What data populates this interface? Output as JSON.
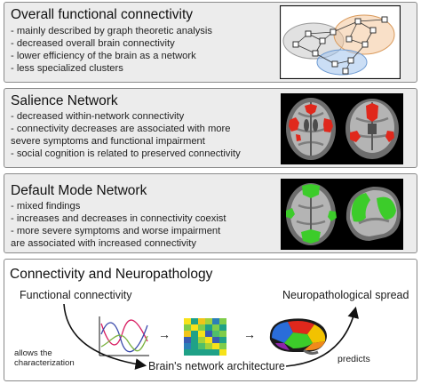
{
  "panels": [
    {
      "title": "Overall functional connectivity",
      "items": [
        "- mainly described by graph theoretic analysis",
        "- decreased overall brain connectivity",
        "- lower efficiency of the brain as a network",
        "- less specialized clusters"
      ]
    },
    {
      "title": "Salience Network",
      "items": [
        "- decreased within-network connectivity",
        "- connectivity decreases are associated with more",
        "severe symptoms and functional impairment",
        "- social cognition is related to preserved connectivity"
      ]
    },
    {
      "title": "Default Mode Network",
      "items": [
        "- mixed findings",
        "- increases and decreases in connectivity coexist",
        "- more severe symptoms and worse impairment",
        "are associated with increased connectivity"
      ]
    }
  ],
  "neuro": {
    "title": "Connectivity and Neuropathology",
    "functional_connectivity": "Functional connectivity",
    "neuropathological_spread": "Neuropathological spread",
    "allows_line1": "allows the",
    "allows_line2": "characterization",
    "brain_network": "Brain's network architecture",
    "predicts": "predicts",
    "arrow_glyph": "→"
  },
  "colors": {
    "panel_gray": "#ececec",
    "border": "#8a8a8a",
    "salience_red": "#e0281c",
    "dmn_green": "#3ccc2a",
    "cluster_gray": "#c9c9c9",
    "cluster_orange": "#f4c79a",
    "cluster_blue": "#a9c8ee"
  }
}
